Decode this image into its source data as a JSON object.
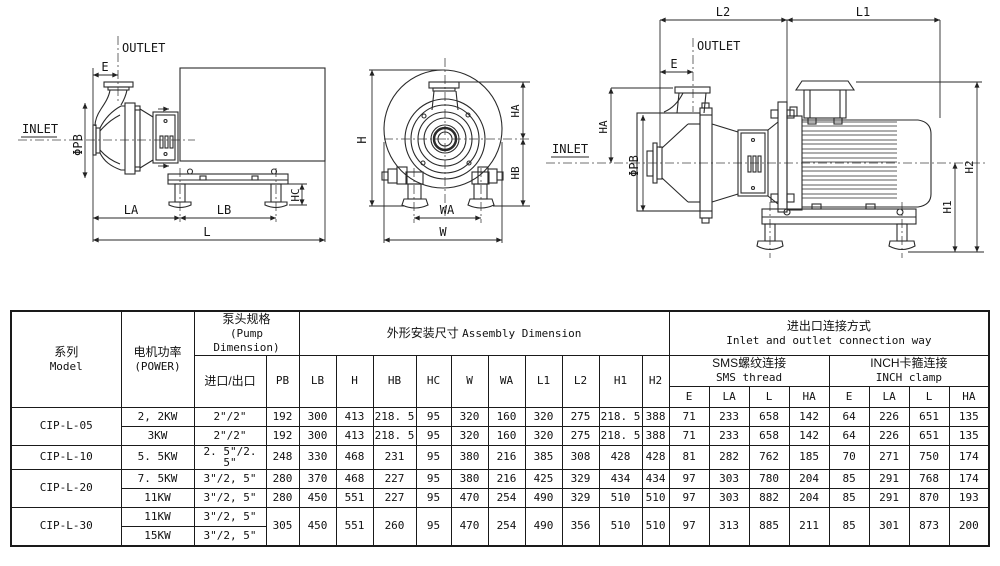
{
  "meta": {
    "background": "#ffffff",
    "ink": "#1a1a1a"
  },
  "drawings": {
    "side_view": {
      "outlet": "OUTLET",
      "inlet": "INLET",
      "e": "E",
      "pb": "ΦPB",
      "hc": "HC",
      "la": "LA",
      "lb": "LB",
      "l": "L"
    },
    "front_view": {
      "h": "H",
      "ha": "HA",
      "hb": "HB",
      "wa": "WA",
      "w": "W"
    },
    "motor_view": {
      "l2": "L2",
      "l1": "L1",
      "outlet": "OUTLET",
      "e": "E",
      "ha": "HA",
      "pb": "ΦPB",
      "inlet": "INLET",
      "h1": "H1",
      "h2": "H2"
    }
  },
  "table": {
    "header": {
      "series_zh": "系列",
      "series_en": "Model",
      "power_zh": "电机功率",
      "power_en": "(POWER)",
      "pump_zh": "泵头规格",
      "pump_en": "(Pump Dimension)",
      "io": "进口/出口",
      "pb": "PB",
      "assembly_zh": "外形安装尺寸",
      "assembly_en": "Assembly Dimension",
      "assembly_cols": [
        "LB",
        "H",
        "HB",
        "HC",
        "W",
        "WA",
        "L1",
        "L2",
        "H1",
        "H2"
      ],
      "conn_zh": "进出口连接方式",
      "conn_en": "Inlet and outlet connection way",
      "sms_zh": "SMS螺纹连接",
      "sms_en": "SMS thread",
      "inch_zh": "INCH卡箍连接",
      "inch_en": "INCH clamp",
      "conn_cols": [
        "E",
        "LA",
        "L",
        "HA",
        "E",
        "LA",
        "L",
        "HA"
      ]
    },
    "groups": [
      {
        "model": "CIP-L-05",
        "merged_dims": false,
        "rows": [
          {
            "power": "2, 2KW",
            "io": "2\"/2\"",
            "dims": [
              "192",
              "300",
              "413",
              "218. 5",
              "95",
              "320",
              "160",
              "320",
              "275",
              "218. 5",
              "388",
              "71",
              "233",
              "658",
              "142",
              "64",
              "226",
              "651",
              "135"
            ]
          },
          {
            "power": "3KW",
            "io": "2\"/2\"",
            "dims": [
              "192",
              "300",
              "413",
              "218. 5",
              "95",
              "320",
              "160",
              "320",
              "275",
              "218. 5",
              "388",
              "71",
              "233",
              "658",
              "142",
              "64",
              "226",
              "651",
              "135"
            ]
          }
        ]
      },
      {
        "model": "CIP-L-10",
        "merged_dims": false,
        "rows": [
          {
            "power": "5. 5KW",
            "io": "2. 5\"/2. 5\"",
            "dims": [
              "248",
              "330",
              "468",
              "231",
              "95",
              "380",
              "216",
              "385",
              "308",
              "428",
              "428",
              "81",
              "282",
              "762",
              "185",
              "70",
              "271",
              "750",
              "174"
            ]
          }
        ]
      },
      {
        "model": "CIP-L-20",
        "merged_dims": false,
        "rows": [
          {
            "power": "7. 5KW",
            "io": "3\"/2, 5\"",
            "dims": [
              "280",
              "370",
              "468",
              "227",
              "95",
              "380",
              "216",
              "425",
              "329",
              "434",
              "434",
              "97",
              "303",
              "780",
              "204",
              "85",
              "291",
              "768",
              "174"
            ]
          },
          {
            "power": "11KW",
            "io": "3\"/2, 5\"",
            "dims": [
              "280",
              "450",
              "551",
              "227",
              "95",
              "470",
              "254",
              "490",
              "329",
              "510",
              "510",
              "97",
              "303",
              "882",
              "204",
              "85",
              "291",
              "870",
              "193"
            ]
          }
        ]
      },
      {
        "model": "CIP-L-30",
        "merged_dims": true,
        "rows": [
          {
            "power": "11KW",
            "io": "3\"/2, 5\""
          },
          {
            "power": "15KW",
            "io": "3\"/2, 5\""
          }
        ],
        "dims": [
          "305",
          "450",
          "551",
          "260",
          "95",
          "470",
          "254",
          "490",
          "356",
          "510",
          "510",
          "97",
          "313",
          "885",
          "211",
          "85",
          "301",
          "873",
          "200"
        ]
      }
    ]
  }
}
